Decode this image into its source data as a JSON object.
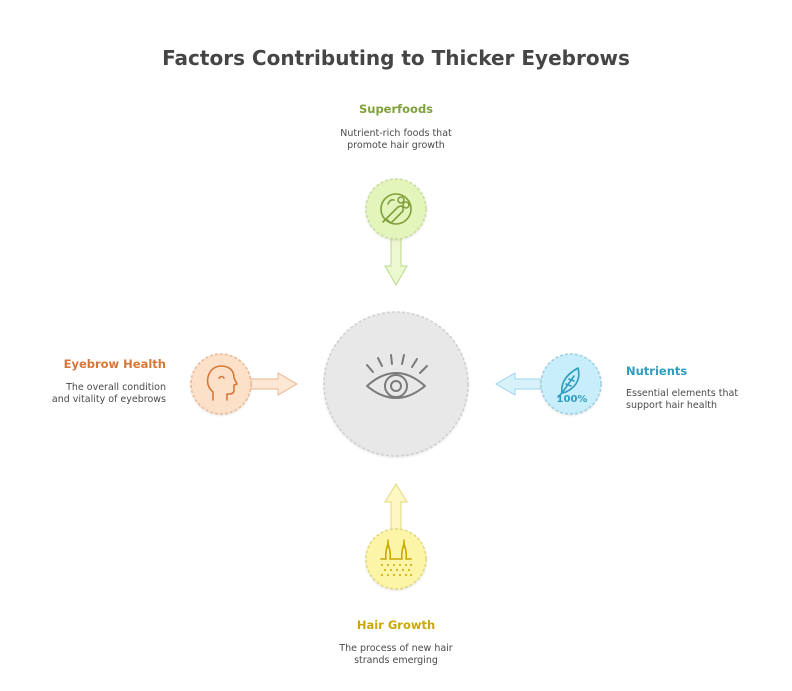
{
  "title": "Factors Contributing to Thicker Eyebrows",
  "center": {
    "icon": "eye-icon"
  },
  "factors": {
    "superfoods": {
      "label": "Superfoods",
      "description": "Nutrient-rich foods that promote hair growth",
      "icon": "fruits-vegetables-icon",
      "color": "#7fa03a",
      "fill": "#e3f5bb"
    },
    "nutrients": {
      "label": "Nutrients",
      "description": "Essential elements that support hair health",
      "icon": "leaf-100-percent-icon",
      "color": "#2e9dbf",
      "fill": "#c9eefb"
    },
    "hair_growth": {
      "label": "Hair Growth",
      "description": "The process of new hair strands emerging",
      "icon": "hair-follicle-icon",
      "color": "#c9a800",
      "fill": "#fcf5a8"
    },
    "eyebrow_health": {
      "label": "Eyebrow Health",
      "description": "The overall condition and vitality of eyebrows",
      "icon": "head-profile-icon",
      "color": "#d6773a",
      "fill": "#fde0c8"
    }
  },
  "icon_texts": {
    "nutrients_percent": "100%"
  }
}
